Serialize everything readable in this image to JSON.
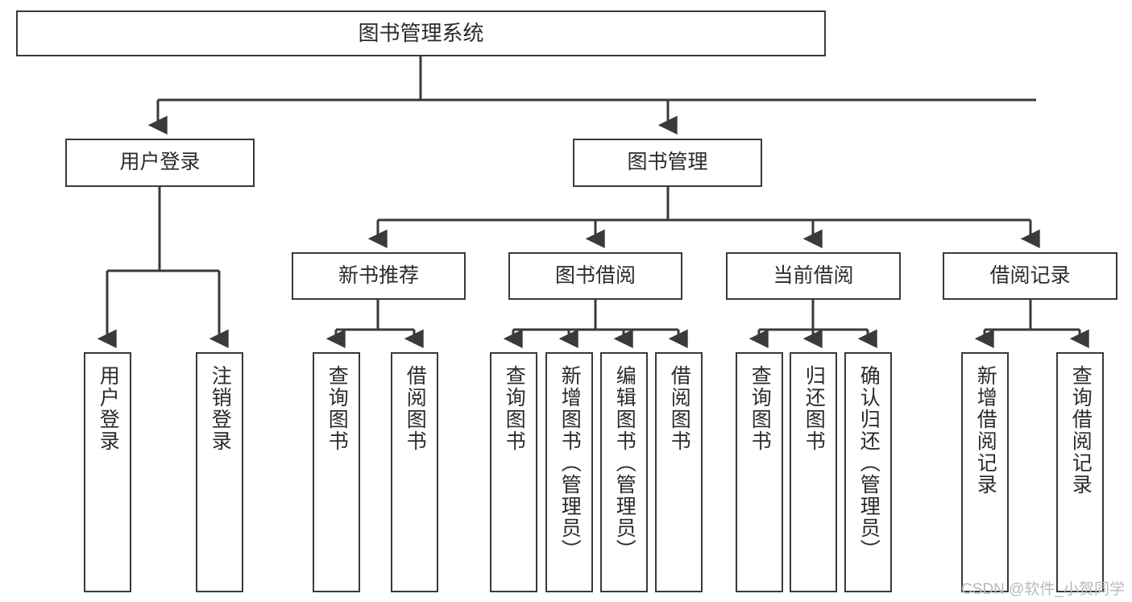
{
  "diagram": {
    "title": "图书管理系统",
    "type": "tree-hierarchy-diagram",
    "style": {
      "box_border_color": "#3a3a3a",
      "box_fill_color": "#ffffff",
      "edge_color": "#3a3a3a",
      "text_color": "#2b2b2b",
      "background": "#ffffff"
    },
    "root": {
      "label": "图书管理系统"
    },
    "level1": [
      {
        "label": "用户登录"
      },
      {
        "label": "图书管理"
      }
    ],
    "level2": [
      {
        "label": "新书推荐"
      },
      {
        "label": "图书借阅"
      },
      {
        "label": "当前借阅"
      },
      {
        "label": "借阅记录"
      }
    ],
    "leaves": {
      "user_login": [
        {
          "label": "用户登录"
        },
        {
          "label": "注销登录"
        }
      ],
      "new_book_recommend": [
        {
          "label": "查询图书"
        },
        {
          "label": "借阅图书"
        }
      ],
      "book_borrow": [
        {
          "label": "查询图书"
        },
        {
          "label": "新增图书（管理员）"
        },
        {
          "label": "编辑图书（管理员）"
        },
        {
          "label": "借阅图书"
        }
      ],
      "current_borrow": [
        {
          "label": "查询图书"
        },
        {
          "label": "归还图书"
        },
        {
          "label": "确认归还（管理员）"
        }
      ],
      "borrow_record": [
        {
          "label": "新增借阅记录"
        },
        {
          "label": "查询借阅记录"
        }
      ]
    }
  },
  "watermark": {
    "text": "CSDN @软件_小贺同学"
  }
}
